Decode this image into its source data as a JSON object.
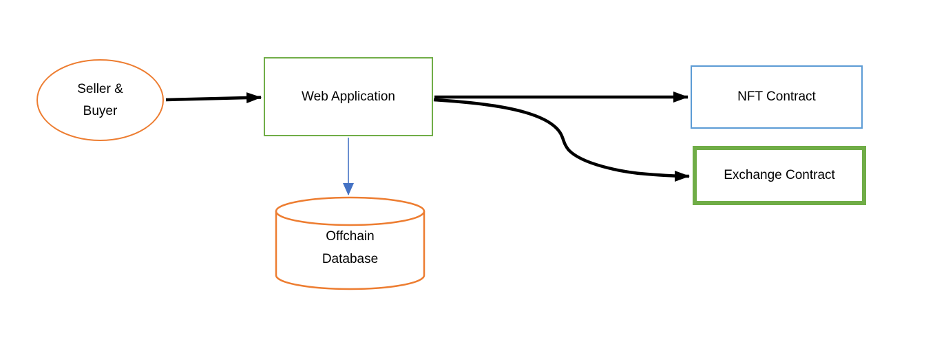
{
  "diagram": {
    "nodes": {
      "seller_buyer": {
        "label": "Seller &\nBuyer",
        "shape": "ellipse",
        "border_color": "#ED7D31"
      },
      "web_application": {
        "label": "Web Application",
        "shape": "rectangle",
        "border_color": "#70AD47"
      },
      "nft_contract": {
        "label": "NFT Contract",
        "shape": "rectangle",
        "border_color": "#5B9BD5"
      },
      "exchange_contract": {
        "label": "Exchange Contract",
        "shape": "rectangle",
        "border_color": "#70AD47",
        "border_weight": "thick"
      },
      "offchain_database": {
        "label": "Offchain\nDatabase",
        "shape": "cylinder",
        "border_color": "#ED7D31"
      }
    },
    "edges": [
      {
        "from": "seller_buyer",
        "to": "web_application",
        "style": "straight",
        "color": "#000000"
      },
      {
        "from": "web_application",
        "to": "nft_contract",
        "style": "straight",
        "color": "#000000"
      },
      {
        "from": "web_application",
        "to": "exchange_contract",
        "style": "curved",
        "color": "#000000"
      },
      {
        "from": "web_application",
        "to": "offchain_database",
        "style": "thin",
        "color": "#4472C4"
      }
    ],
    "background_color": "#FFFFFF",
    "text_color": "#000000"
  }
}
